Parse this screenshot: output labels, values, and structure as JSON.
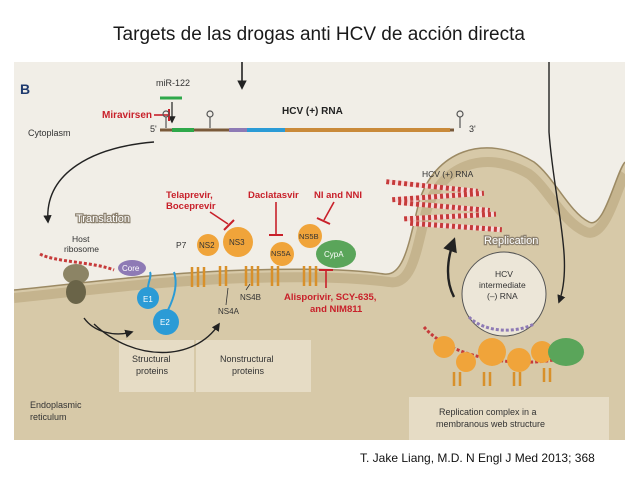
{
  "slide_title": "Targets de las drogas anti HCV de acción directa",
  "citation": "T. Jake Liang, M.D. N Engl J Med 2013; 368",
  "figure": {
    "panel_label": "B",
    "mirna_label": "miR-122",
    "miravirsen_label": "Miravirsen",
    "five_prime": "5'",
    "three_prime": "3'",
    "rna_label": "HCV (+) RNA",
    "cytoplasm_label": "Cytoplasm",
    "translation_label": "Translation",
    "host_ribosome_line1": "Host",
    "host_ribosome_line2": "ribosome",
    "drug_ns3_line1": "Telaprevir,",
    "drug_ns3_line2": "Boceprevir",
    "drug_ns5a": "Daclatasvir",
    "drug_ns5b": "NI and NNI",
    "p7_label": "P7",
    "ns2_label": "NS2",
    "ns3_label": "NS3",
    "ns5a_label": "NS5A",
    "ns5b_label": "NS5B",
    "cypa_label": "CypA",
    "ns4b_label": "NS4B",
    "ns4a_label": "NS4A",
    "core_label": "Core",
    "e1_label": "E1",
    "e2_label": "E2",
    "cyclophilin_drug_line1": "Alisporivir, SCY-635,",
    "cyclophilin_drug_line2": "and NIM811",
    "rna_copies_label": "HCV (+) RNA",
    "replication_label": "Replication",
    "intermediate_line1": "HCV",
    "intermediate_line2": "intermediate",
    "intermediate_line3": "(–) RNA",
    "structural_line1": "Structural",
    "structural_line2": "proteins",
    "nonstructural_line1": "Nonstructural",
    "nonstructural_line2": "proteins",
    "er_line1": "Endoplasmic",
    "er_line2": "reticulum",
    "complex_line1": "Replication complex in a",
    "complex_line2": "membranous web structure"
  },
  "colors": {
    "drug_red": "#c8202a",
    "protein_orange": "#f0a43a",
    "membrane_tan": "#d7c9a8",
    "mirna_green": "#2ea84a",
    "protein_blue": "#2b9bd6",
    "cypa_green": "#5aa55a",
    "rna_stripe_red": "#c63a3a"
  }
}
